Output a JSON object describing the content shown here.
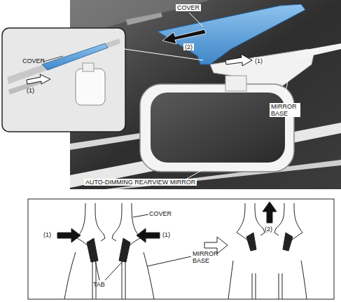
{
  "diagram": {
    "labels": [
      "COVER",
      "(2)",
      "(1)",
      "MIRROR BASE",
      "AUTO-DIMMING REARVIEW MIRROR",
      "COVER",
      "(1)",
      "(1)",
      "COVER",
      "(1)",
      "TAB",
      "MIRROR BASE",
      "(2)"
    ]
  }
}
